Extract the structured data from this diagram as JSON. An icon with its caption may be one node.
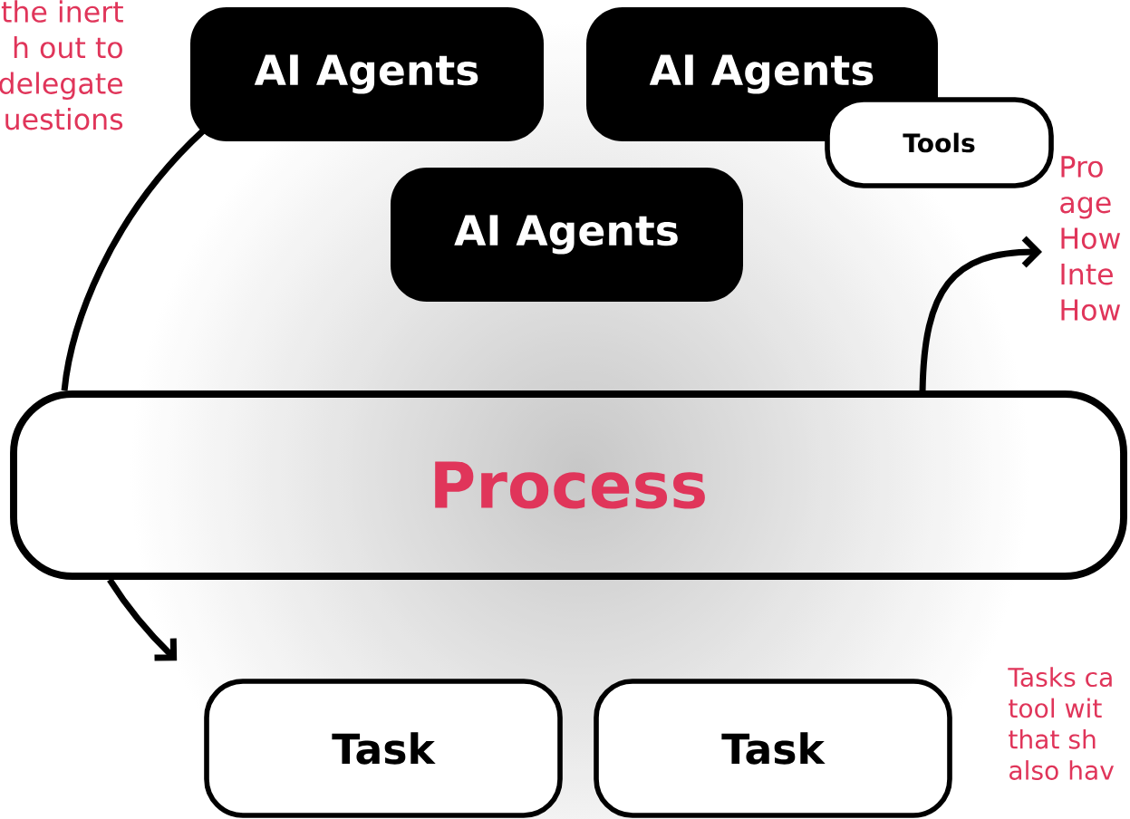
{
  "diagram": {
    "nodes": [
      {
        "text": [
          "AI Agents"
        ]
      },
      {
        "text": [
          "AI Agents"
        ]
      },
      {
        "text": [
          "Tools"
        ]
      },
      {
        "text": [
          "AI Agents"
        ]
      },
      {
        "text": [
          "Process"
        ]
      },
      {
        "text": [
          "Task"
        ]
      },
      {
        "text": [
          "Task"
        ]
      }
    ],
    "edges": [
      {
        "from": 0,
        "to": 4,
        "arrow": "none"
      },
      {
        "from": 4,
        "to": null,
        "arrow": "to"
      },
      {
        "from": 4,
        "to": 5,
        "arrow": "to"
      }
    ],
    "labels": [
      "the inert h out to delegate uestions",
      "Pro age How Inte How",
      "Tasks ca tool wit that sh also hav"
    ]
  }
}
